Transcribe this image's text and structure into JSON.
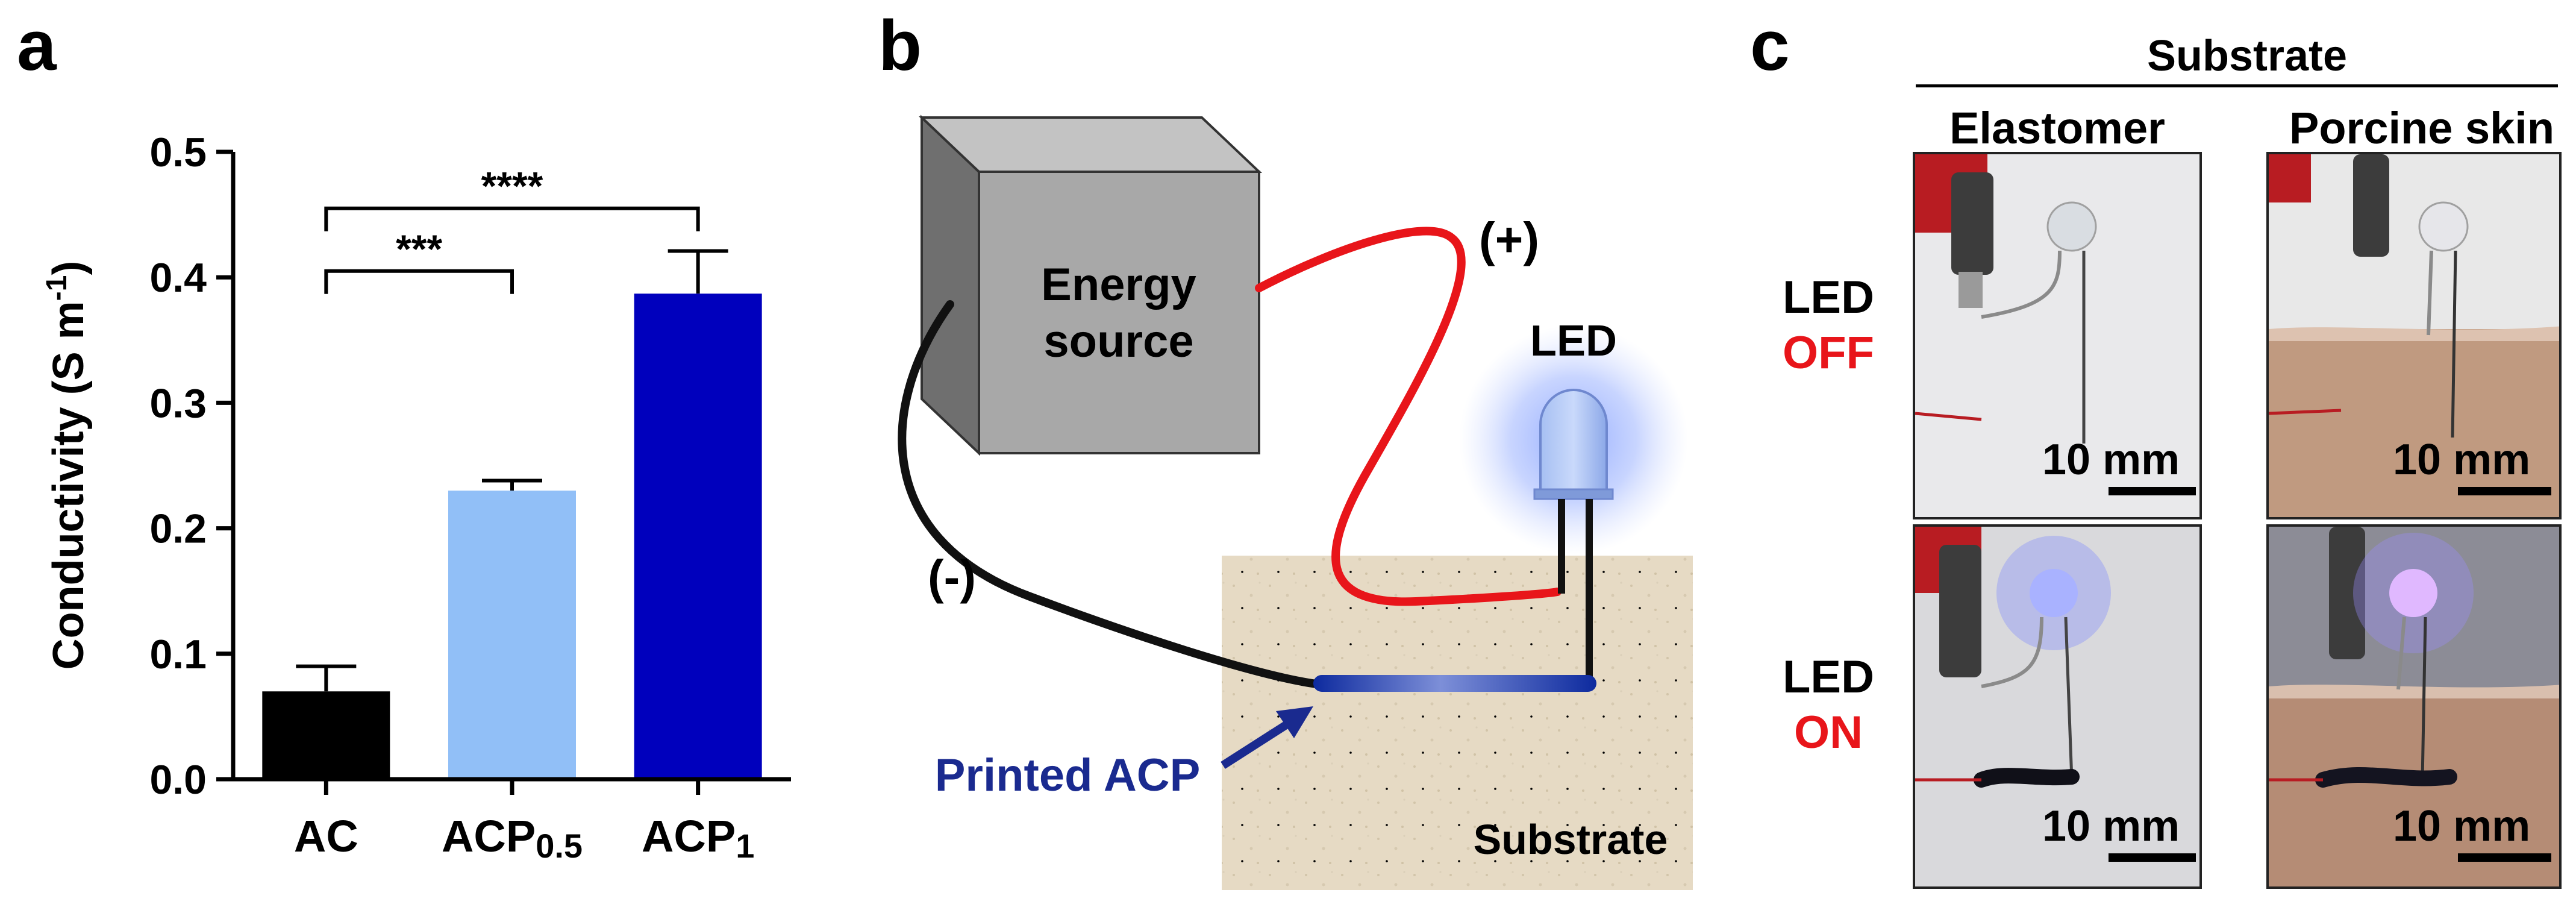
{
  "panels": {
    "a": "a",
    "b": "b",
    "c": "c"
  },
  "chart_data": {
    "type": "bar",
    "categories": [
      "AC",
      "ACP0.5",
      "ACP1"
    ],
    "category_labels": [
      {
        "base": "AC",
        "sub": ""
      },
      {
        "base": "ACP",
        "sub": "0.5"
      },
      {
        "base": "ACP",
        "sub": "1"
      }
    ],
    "values": [
      0.07,
      0.23,
      0.387
    ],
    "errors": [
      0.02,
      0.008,
      0.034
    ],
    "colors": [
      "#000000",
      "#91bff7",
      "#0000bd"
    ],
    "ylabel_main": "Conductivity (S m",
    "ylabel_sup": "-1",
    "ylabel_close": ")",
    "ylim": [
      0,
      0.5
    ],
    "yticks": [
      "0.0",
      "0.1",
      "0.2",
      "0.3",
      "0.4",
      "0.5"
    ],
    "significance": [
      {
        "from": 0,
        "to": 2,
        "label": "****",
        "level": 0.455
      },
      {
        "from": 0,
        "to": 1,
        "label": "***",
        "level": 0.405
      }
    ]
  },
  "diagram": {
    "energy_source": [
      "Energy",
      "source"
    ],
    "plus": "(+)",
    "minus": "(-)",
    "led": "LED",
    "printed_acp": "Printed ACP",
    "substrate": "Substrate",
    "colors": {
      "positive_wire": "#e8151a",
      "negative_wire": "#111111",
      "acp_trace": "#0d2a9e",
      "led_glow": "#7f9cf5",
      "arrow": "#1a2a8f"
    }
  },
  "photos": {
    "header": "Substrate",
    "columns": [
      "Elastomer",
      "Porcine skin"
    ],
    "rows": [
      {
        "line1": "LED",
        "line2": "OFF",
        "color2": "#e8151a"
      },
      {
        "line1": "LED",
        "line2": "ON",
        "color2": "#e8151a"
      }
    ],
    "scale": "10 mm"
  }
}
